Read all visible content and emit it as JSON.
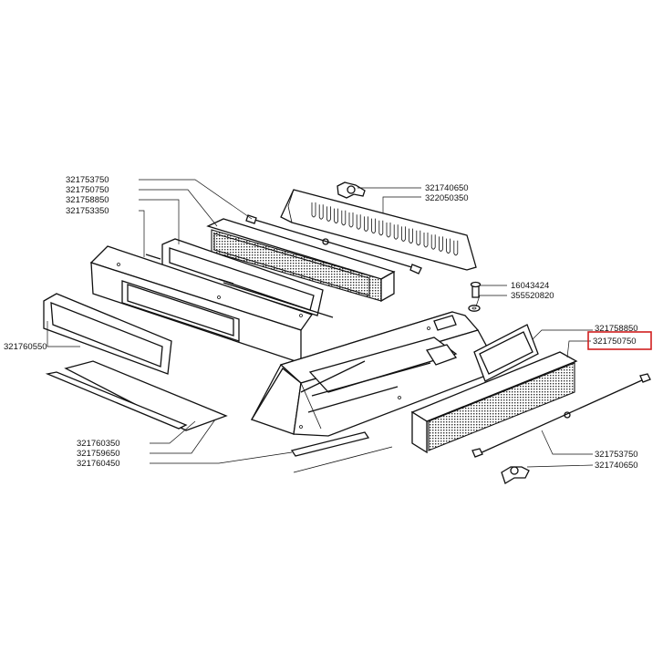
{
  "highlight_color": "#d11f1f",
  "labels": {
    "top_left_1": "321753750",
    "top_left_2": "321750750",
    "top_left_3": "321758850",
    "top_left_4": "321753350",
    "left_mid": "321760550",
    "bottom_left_1": "321760350",
    "bottom_left_2": "321759650",
    "bottom_left_3": "321760450",
    "top_right_1": "321740650",
    "top_right_2": "322050350",
    "right_mid_1": "16043424",
    "right_mid_2": "355520820",
    "right_1": "321758850",
    "right_2_highlighted": "321750750",
    "bottom_right_1": "321753750",
    "bottom_right_2": "321740650"
  }
}
